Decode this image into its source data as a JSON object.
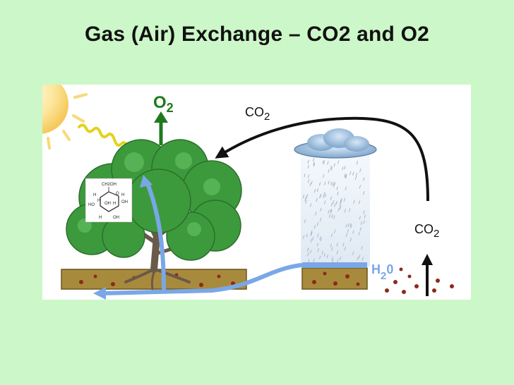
{
  "slide": {
    "title": "Gas (Air) Exchange – CO2 and O2"
  },
  "labels": {
    "o2_main": "O",
    "o2_sub": "2",
    "co2_top_main": "CO",
    "co2_top_sub": "2",
    "co2_right_main": "CO",
    "co2_right_sub": "2",
    "water_h": "H",
    "water_sub": "2",
    "water_o": "0"
  },
  "glucose": {
    "top": "CH2OH",
    "ring_o": "O",
    "h_left_top": "H",
    "h_right_top": "H",
    "oh_right": "OH",
    "ho_left": "HO",
    "h_mid_left": "H",
    "oh_mid": "OH",
    "h_mid_right": "H",
    "h_bottom_left": "H",
    "oh_bottom_right": "OH"
  },
  "colors": {
    "background": "#ccf7c8",
    "panel": "#ffffff",
    "arrow_black": "#111111",
    "o2_green": "#1f7a1f",
    "water_blue": "#7aa7e6",
    "soil": "#a88a3c",
    "tree_green": "#3c9a3c",
    "sun": "#fde08a"
  }
}
